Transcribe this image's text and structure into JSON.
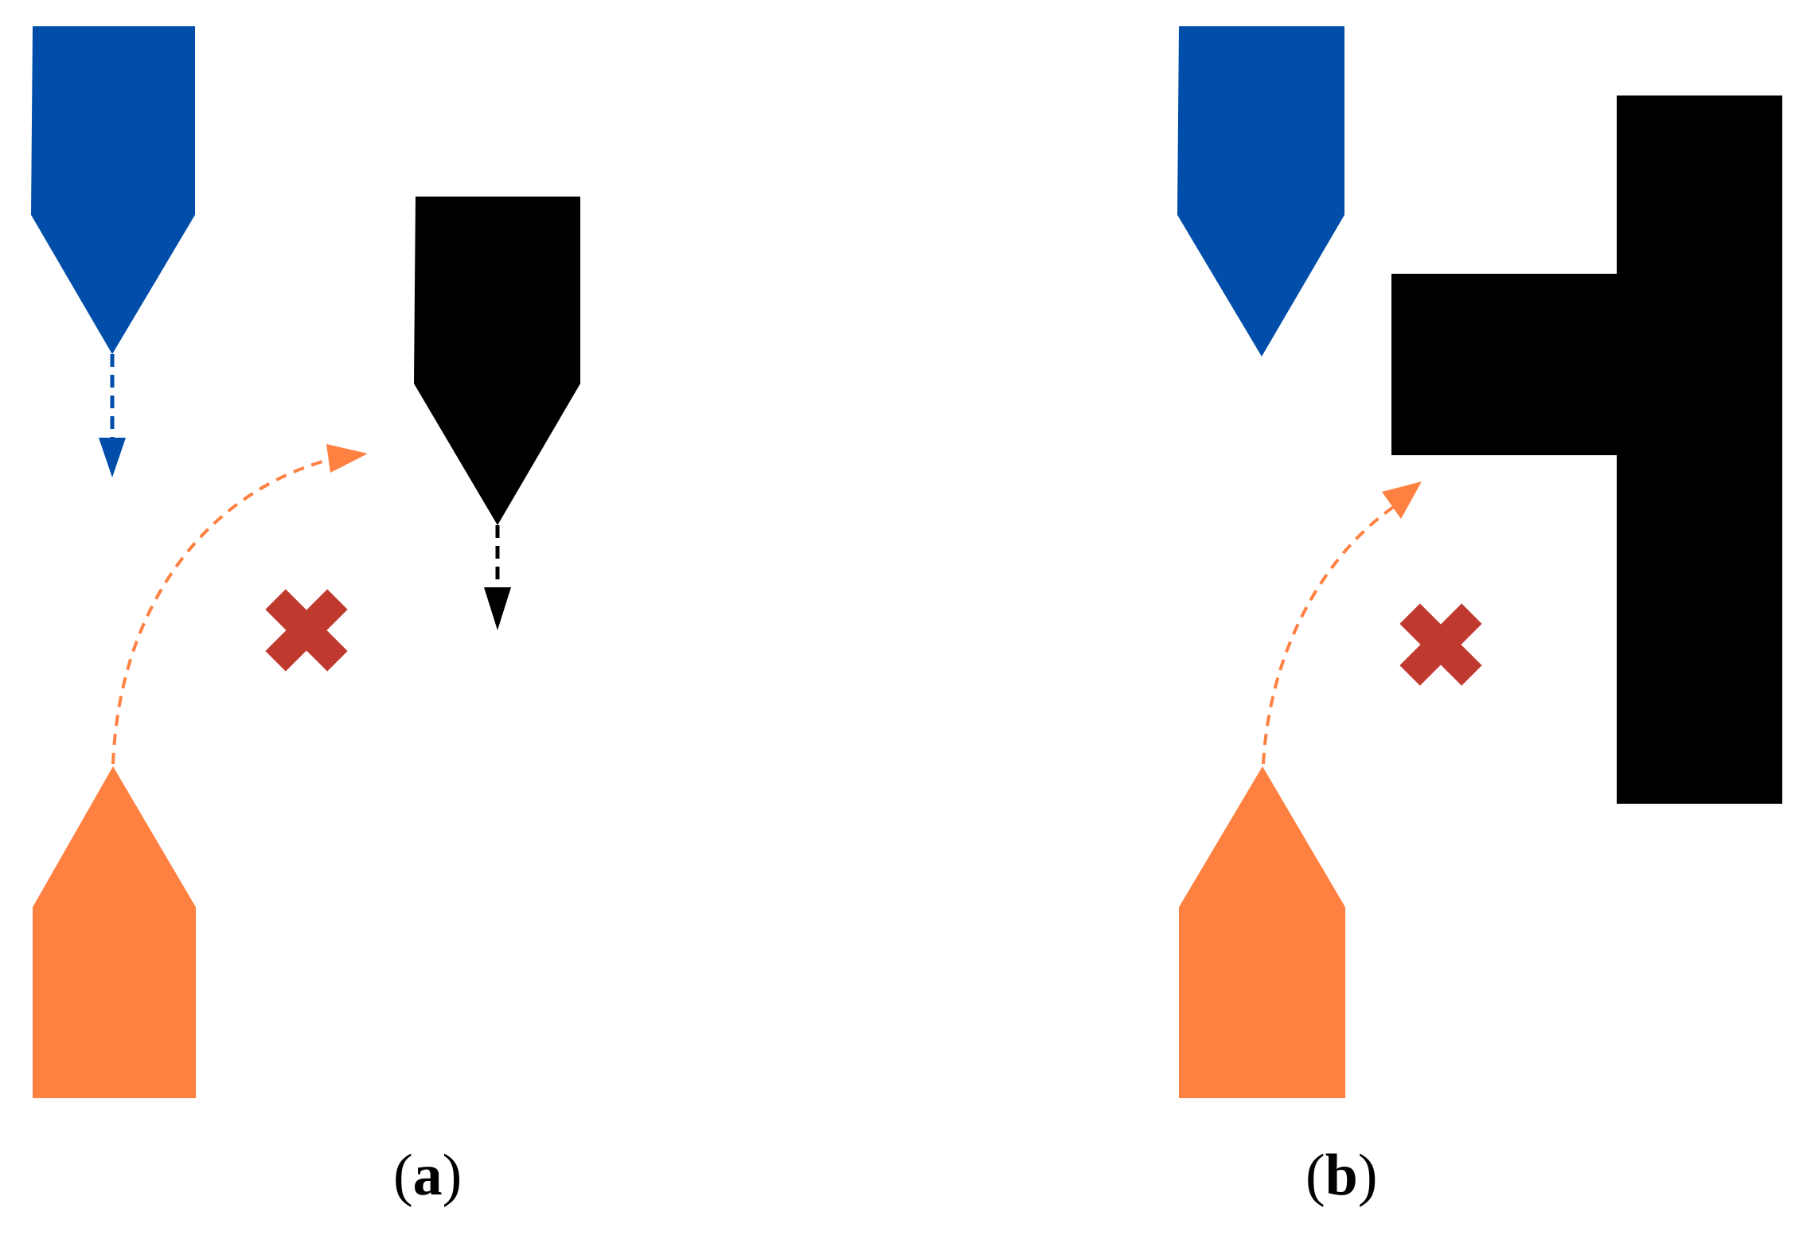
{
  "colors": {
    "blue_ship": "#004EAA",
    "orange_ship": "#FF8142",
    "obstacle": "#000000",
    "cross_mark": "#C0392F",
    "background": "#FFFFFF"
  },
  "panels": [
    {
      "id": "a",
      "caption_open": "(",
      "caption_letter": "a",
      "caption_close": ")",
      "elements": [
        "blue-ship-heading-down",
        "black-ship-heading-down",
        "orange-ship-heading-up",
        "orange-turn-right-trajectory",
        "collision-cross-icon"
      ]
    },
    {
      "id": "b",
      "caption_open": "(",
      "caption_letter": "b",
      "caption_close": ")",
      "elements": [
        "blue-ship-heading-down",
        "t-shaped-obstacle",
        "orange-ship-heading-up",
        "orange-turn-right-trajectory",
        "collision-cross-icon"
      ]
    }
  ]
}
